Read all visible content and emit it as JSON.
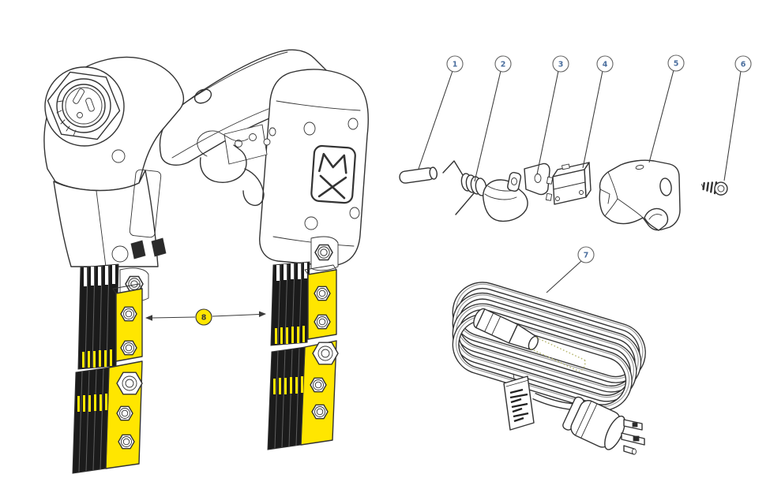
{
  "colors": {
    "background": "#ffffff",
    "line": "#333333",
    "yellow": "#ffe600",
    "strap": "#1b1b1b",
    "callout_number": "#4a6e9e",
    "cord_dotted": "#b9b974"
  },
  "callouts": [
    {
      "label": "1"
    },
    {
      "label": "2"
    },
    {
      "label": "3"
    },
    {
      "label": "4"
    },
    {
      "label": "5"
    },
    {
      "label": "6"
    },
    {
      "label": "7"
    },
    {
      "label": "8"
    }
  ]
}
